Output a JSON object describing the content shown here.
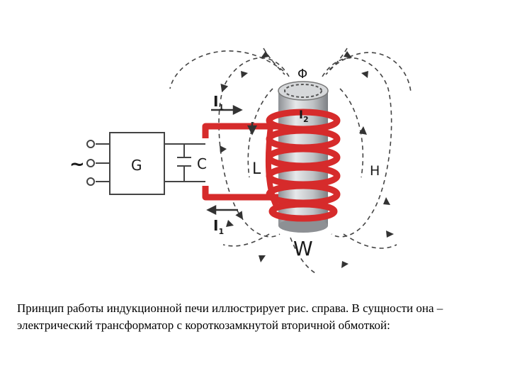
{
  "diagram": {
    "labels": {
      "tilde": "~",
      "generator": "G",
      "capacitor": "C",
      "coil": "L",
      "flux": "Φ",
      "field": "H",
      "workpiece": "W",
      "current_main": "I",
      "current_main_sub": "1",
      "current_induced": "I",
      "current_induced_sub": "2"
    },
    "colors": {
      "coil": "#d62b2b",
      "wire": "#333333",
      "workpiece": "#b9bcbf",
      "field_lines": "#444444"
    }
  },
  "caption": {
    "text": "Принцип работы индукционной печи иллюстрирует рис. справа. В сущности она – электрический трансформатор с короткозамкнутой вторичной обмоткой:"
  }
}
